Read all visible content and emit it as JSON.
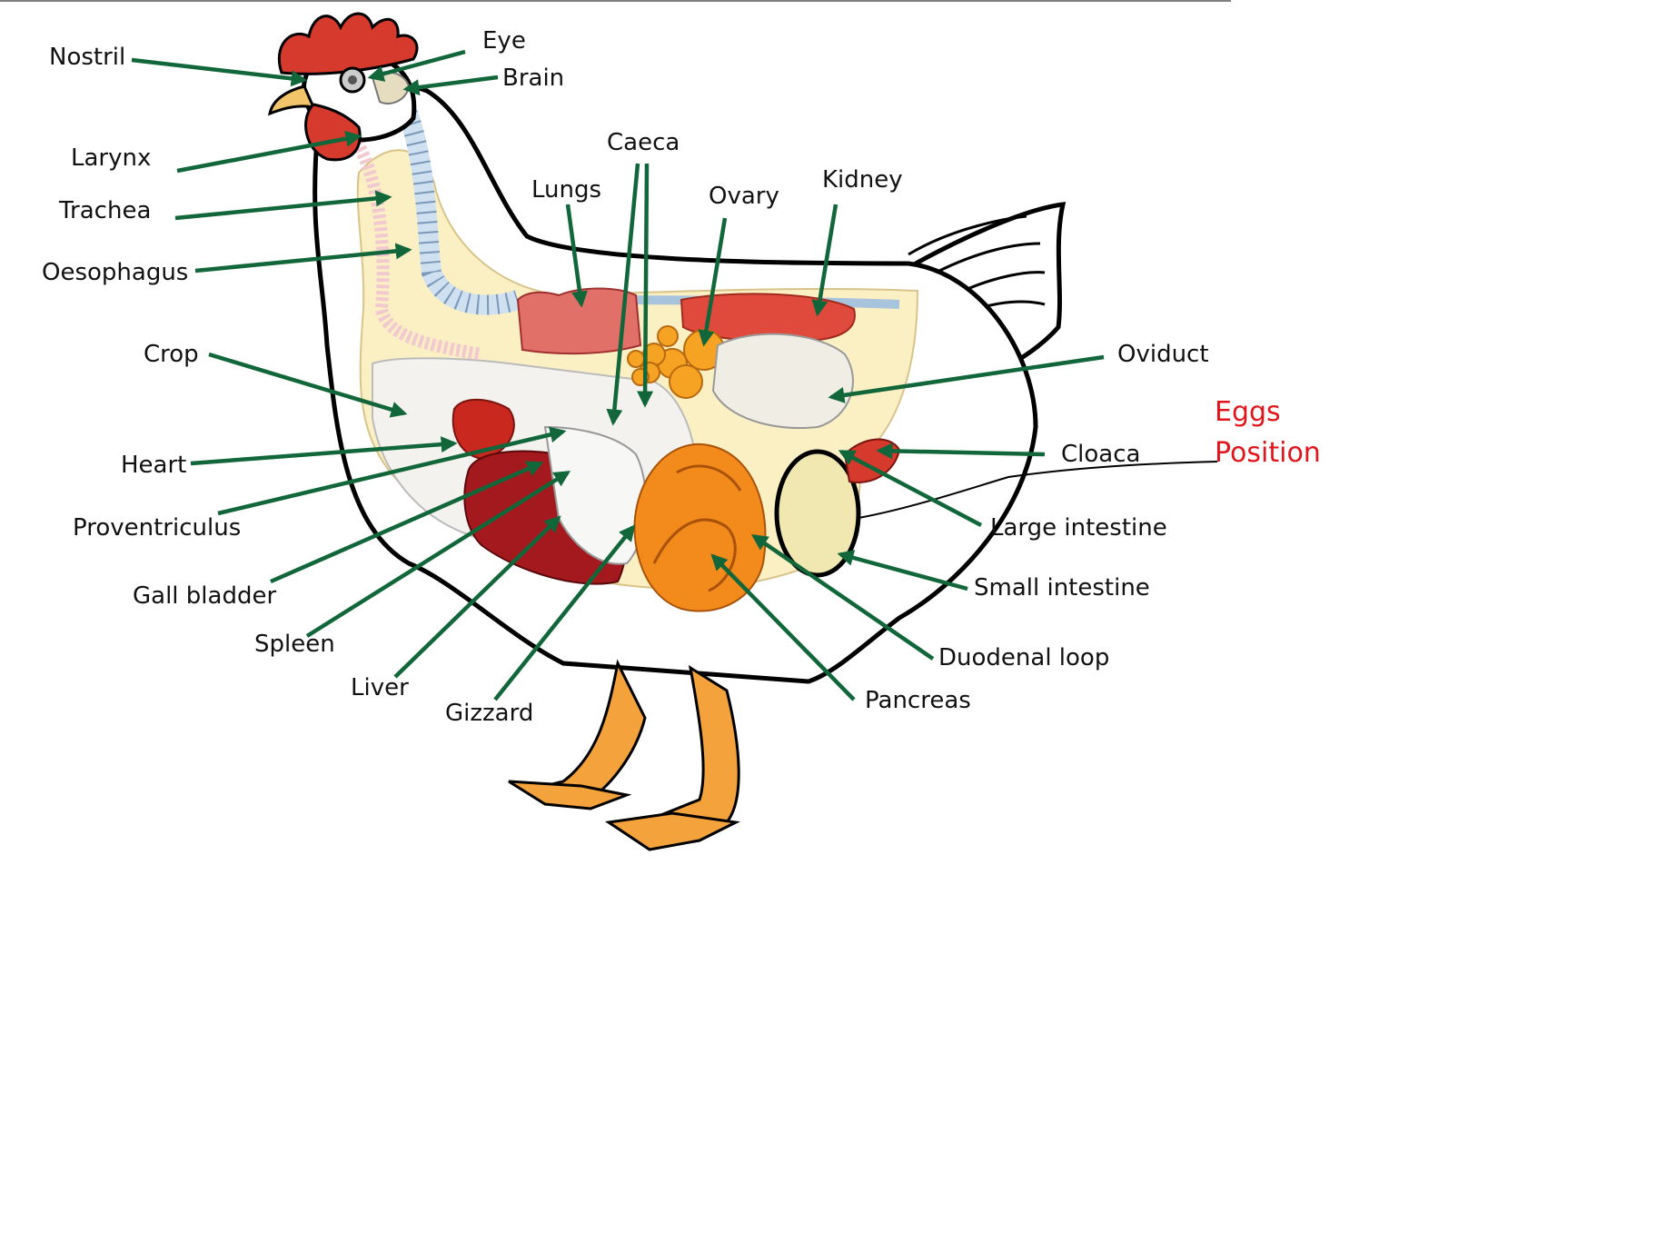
{
  "diagram": {
    "labels": {
      "nostril": "Nostril",
      "eye": "Eye",
      "brain": "Brain",
      "larynx": "Larynx",
      "trachea": "Trachea",
      "oesophagus": "Oesophagus",
      "crop": "Crop",
      "heart": "Heart",
      "proventriculus": "Proventriculus",
      "gall_bladder": "Gall bladder",
      "spleen": "Spleen",
      "liver": "Liver",
      "gizzard": "Gizzard",
      "caeca": "Caeca",
      "lungs": "Lungs",
      "ovary": "Ovary",
      "kidney": "Kidney",
      "oviduct": "Oviduct",
      "cloaca": "Cloaca",
      "large_intestine": "Large intestine",
      "small_intestine": "Small intestine",
      "duodenal_loop": "Duodenal loop",
      "pancreas": "Pancreas"
    },
    "annotation": {
      "line1": "Eggs",
      "line2": "Position"
    },
    "colors": {
      "arrow": "#11663a",
      "annotation": "#e0161c",
      "comb": "#d63a2c",
      "beak": "#f2c56a",
      "body_cavity": "#fbefc4",
      "liver": "#a3191d",
      "intestine": "#f28a1c",
      "egg": "#f0e8b0",
      "legs": "#f4a23c"
    }
  }
}
